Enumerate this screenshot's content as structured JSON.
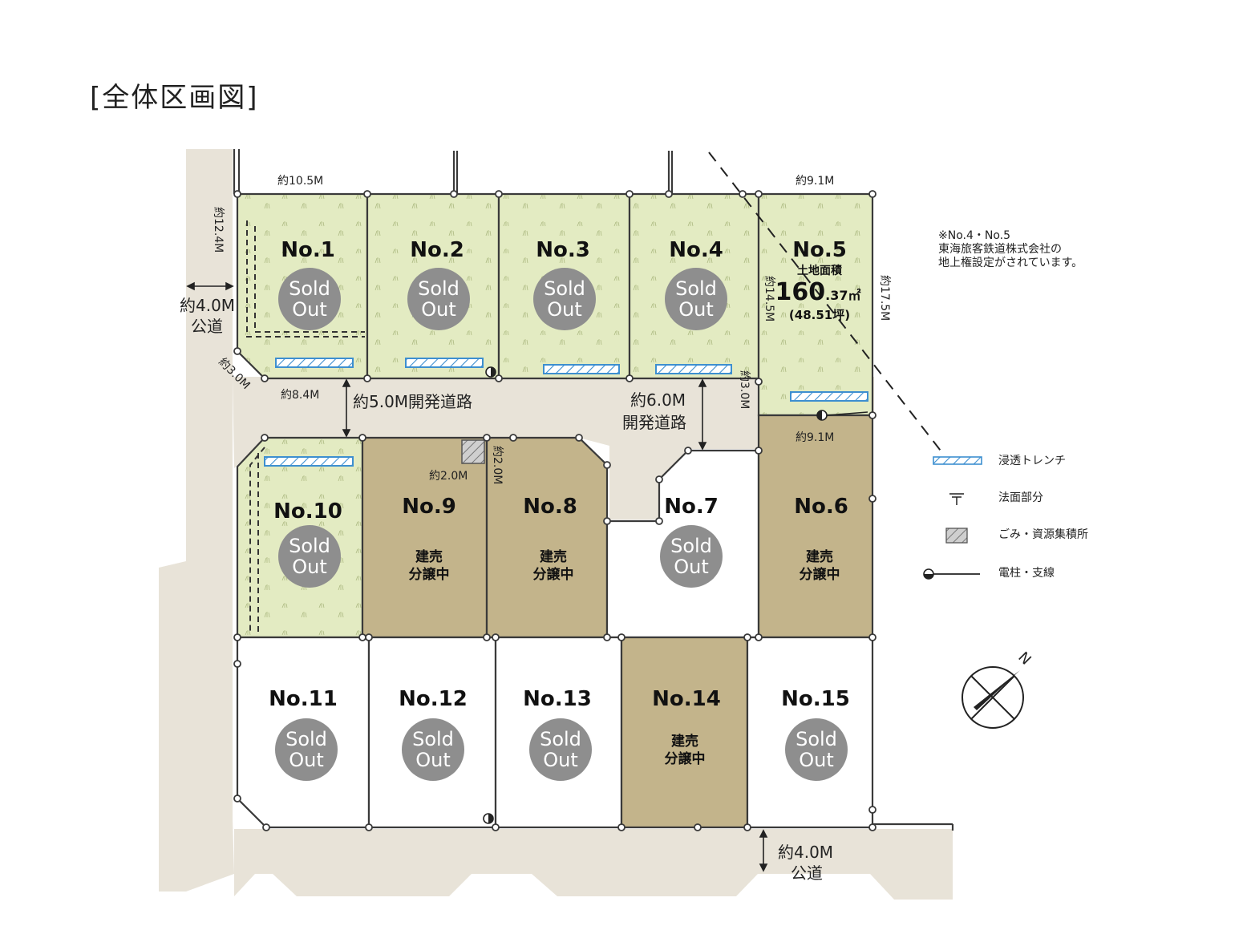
{
  "title": "[全体区画図]",
  "colors": {
    "road": "#e8e3d8",
    "sold_green": "#e3ebc2",
    "for_sale_tan": "#c3b48b",
    "sold_badge": "#8e8e8e",
    "trench_blue": "#3d8fd0",
    "outline": "#3a3a3a"
  },
  "badge": {
    "line1": "Sold",
    "line2": "Out"
  },
  "for_sale": {
    "line1": "建売",
    "line2": "分譲中"
  },
  "lots": [
    {
      "no": "No.1",
      "status": "sold"
    },
    {
      "no": "No.2",
      "status": "sold"
    },
    {
      "no": "No.3",
      "status": "sold"
    },
    {
      "no": "No.4",
      "status": "sold"
    },
    {
      "no": "No.5",
      "status": "detail",
      "area_label": "土地面積",
      "area_num": "160",
      "area_dec": ".37㎡",
      "tsubo": "(48.51坪)"
    },
    {
      "no": "No.6",
      "status": "for_sale"
    },
    {
      "no": "No.7",
      "status": "sold"
    },
    {
      "no": "No.8",
      "status": "for_sale"
    },
    {
      "no": "No.9",
      "status": "for_sale"
    },
    {
      "no": "No.10",
      "status": "sold"
    },
    {
      "no": "No.11",
      "status": "sold"
    },
    {
      "no": "No.12",
      "status": "sold"
    },
    {
      "no": "No.13",
      "status": "sold"
    },
    {
      "no": "No.14",
      "status": "for_sale"
    },
    {
      "no": "No.15",
      "status": "sold"
    }
  ],
  "dimensions": {
    "top_left": "約10.5M",
    "top_right": "約9.1M",
    "lot1_side": "約12.4M",
    "corner1": "約3.0M",
    "lot1_bottom": "約8.4M",
    "lot5_side": "約14.5M",
    "lot5_side_right": "約17.5M",
    "lot5_corner": "約3.0M",
    "lot6_top": "約9.1M",
    "garbage_w": "約2.0M",
    "garbage_h": "約2.0M"
  },
  "roads": {
    "west_width": "約4.0M",
    "west_name": "公道",
    "dev_road_a": "約5.0M開発道路",
    "dev_road_b_width": "約6.0M",
    "dev_road_b_name": "開発道路",
    "south_width": "約4.0M",
    "south_name": "公道"
  },
  "note": {
    "line1": "※No.4・No.5",
    "line2": "東海旅客鉄道株式会社の",
    "line3": "地上権設定がされています。"
  },
  "legend": [
    {
      "icon": "trench-icon",
      "label": "浸透トレンチ"
    },
    {
      "icon": "slope-icon",
      "label": "法面部分"
    },
    {
      "icon": "garbage-area-icon",
      "label": "ごみ・資源集積所"
    },
    {
      "icon": "utility-pole-icon",
      "label": "電柱・支線"
    }
  ],
  "compass": {
    "label": "N"
  }
}
